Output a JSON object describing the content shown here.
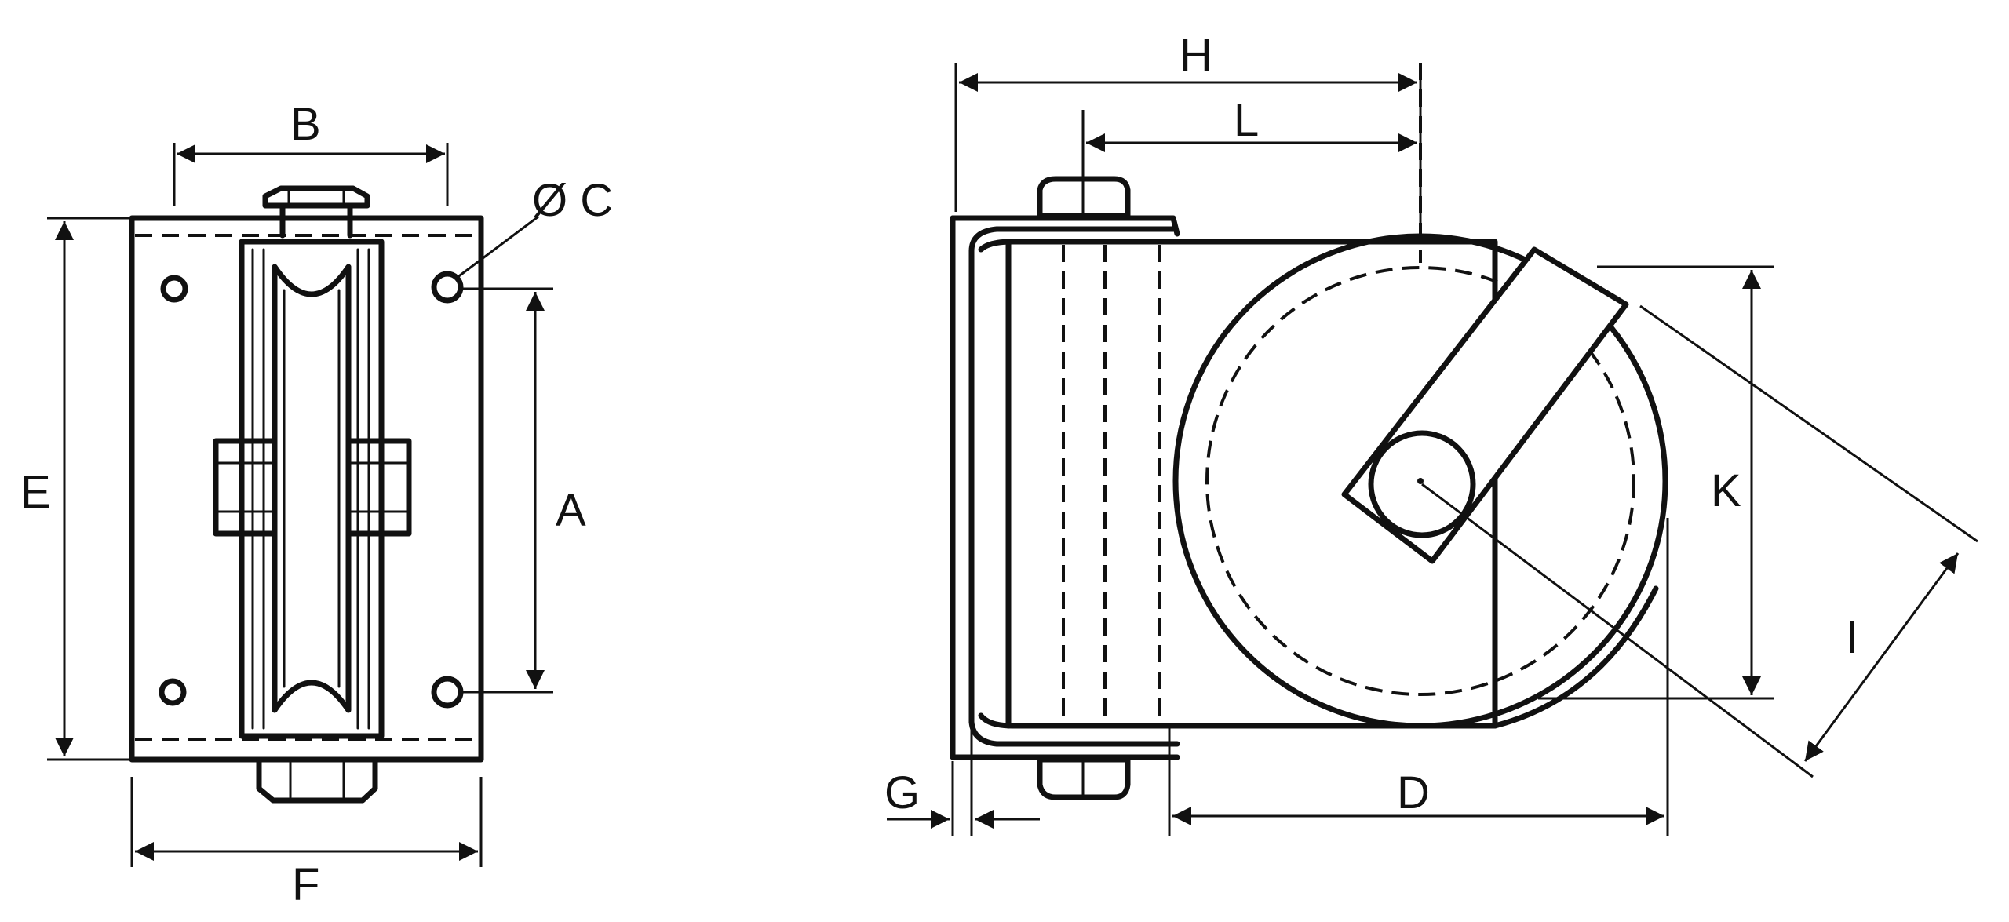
{
  "diagram": {
    "labels": {
      "A": "A",
      "B": "B",
      "C": "Ø C",
      "D": "D",
      "E": "E",
      "F": "F",
      "G": "G",
      "H": "H",
      "I": "I",
      "K": "K",
      "L": "L"
    }
  }
}
